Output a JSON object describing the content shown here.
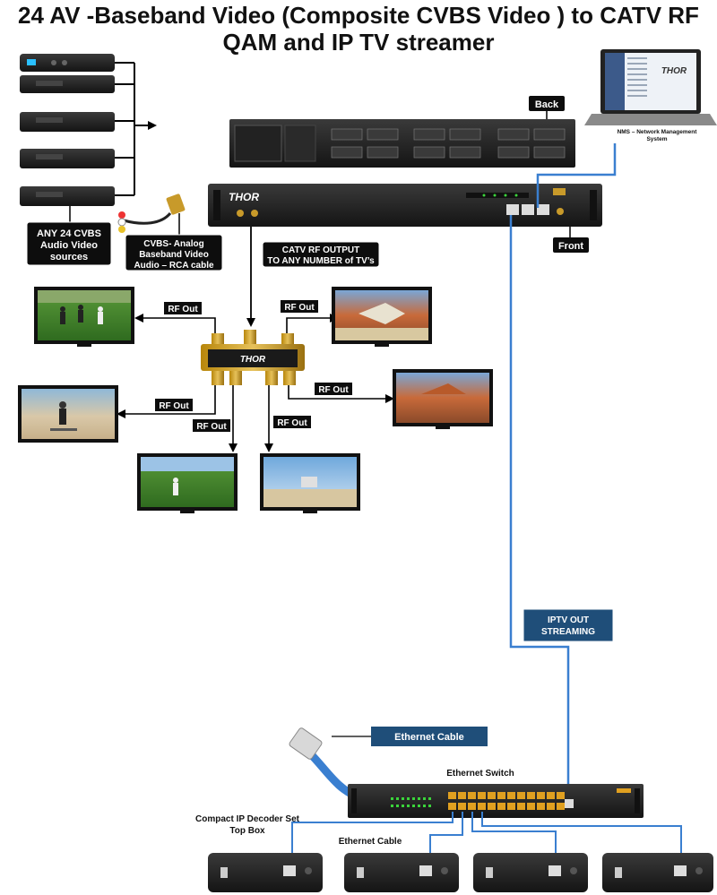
{
  "title_line1": "24 AV -Baseband Video (Composite CVBS Video ) to CATV RF",
  "title_line2": "QAM and IP TV streamer",
  "labels": {
    "back": "Back",
    "front": "Front",
    "nms_line1": "NMS – Network Management",
    "nms_line2": "System",
    "sources_line1": "ANY 24 CVBS",
    "sources_line2": "Audio Video",
    "sources_line3": "sources",
    "rca_line1": "CVBS- Analog",
    "rca_line2": "Baseband Video",
    "rca_line3": "Audio – RCA cable",
    "catv_line1": "CATV RF OUTPUT",
    "catv_line2": "TO ANY NUMBER of TV’s",
    "rf_out": "RF Out",
    "iptv_line1": "IPTV OUT",
    "iptv_line2": "STREAMING",
    "ethernet_cable": "Ethernet Cable",
    "ethernet_switch": "Ethernet Switch",
    "decoder_line1": "Compact IP Decoder Set",
    "decoder_line2": "Top Box",
    "ethernet_cable_2": "Ethernet Cable",
    "thor_brand": "THOR"
  },
  "colors": {
    "accent_blue": "#1f4e79",
    "cable_blue": "#3a7fd0",
    "device_dark": "#1b1b1b",
    "label_bg": "#0d0d0d"
  }
}
